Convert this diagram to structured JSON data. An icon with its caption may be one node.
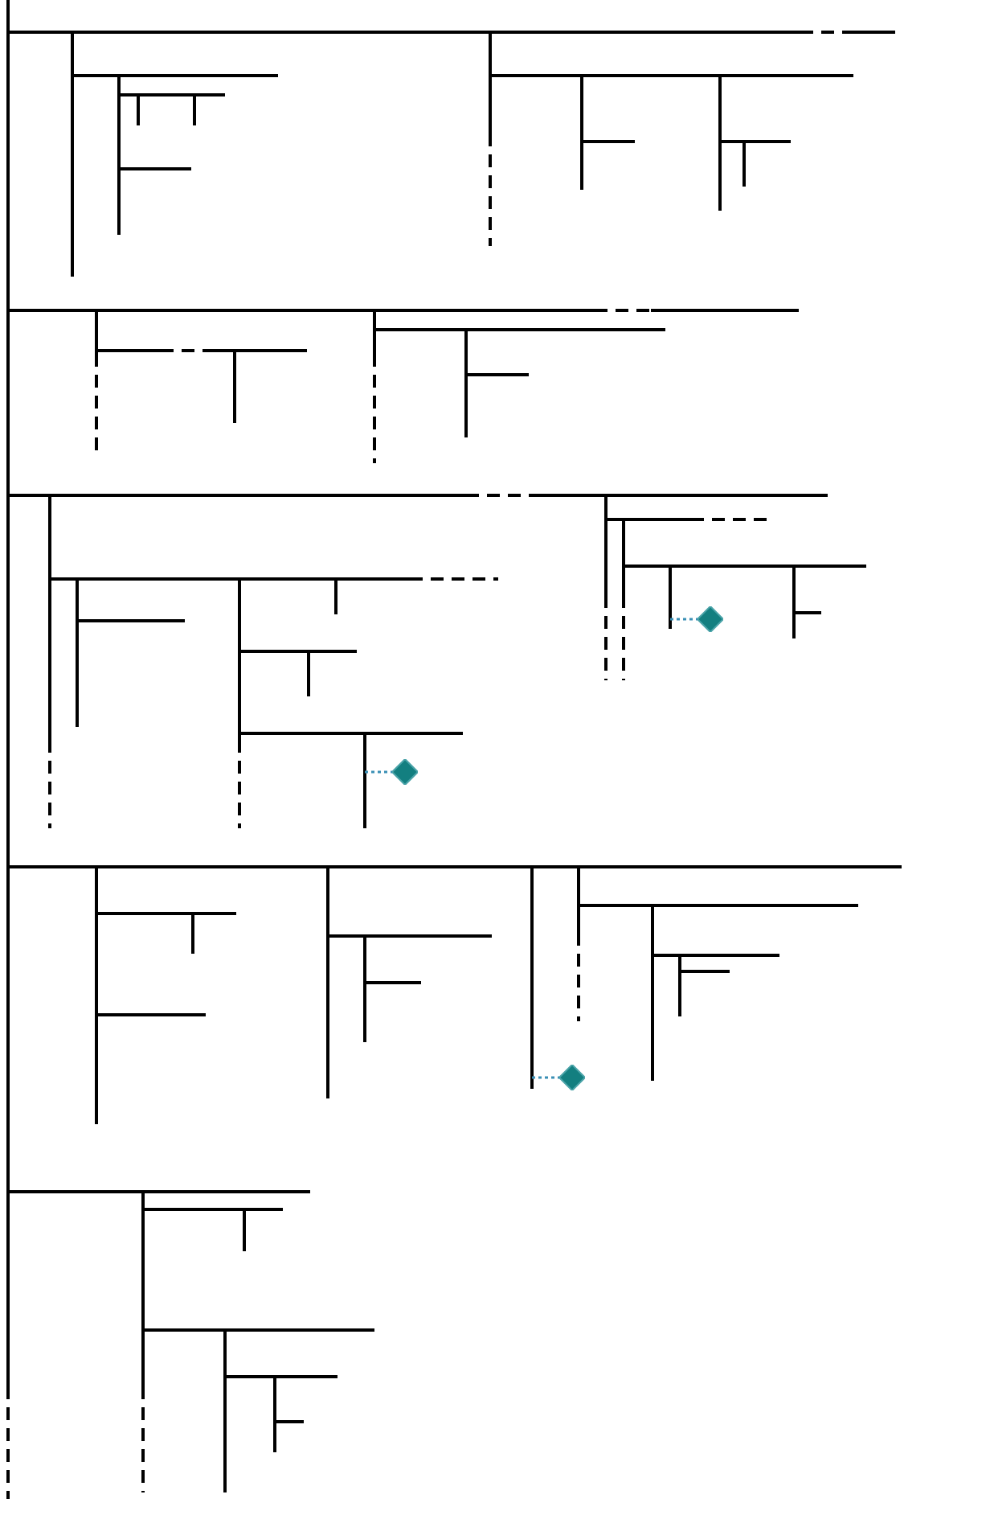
{
  "diagram": {
    "nodes": [
      {
        "text": [],
        "shape": "diamond"
      },
      {
        "text": [],
        "shape": "diamond"
      },
      {
        "text": [],
        "shape": "diamond"
      }
    ],
    "edges": [
      {
        "from": null,
        "to": 0,
        "arrow": "none",
        "style": "dashed"
      },
      {
        "from": null,
        "to": 1,
        "arrow": "none",
        "style": "dashed"
      },
      {
        "from": null,
        "to": 2,
        "arrow": "none",
        "style": "dashed"
      }
    ]
  }
}
